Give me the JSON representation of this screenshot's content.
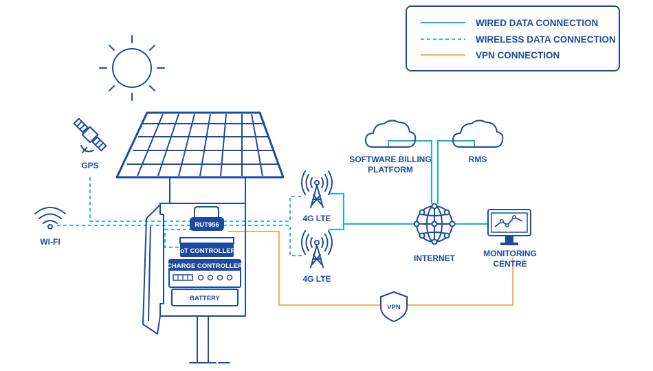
{
  "legend": {
    "wired": "WIRED DATA CONNECTION",
    "wireless": "WIRELESS DATA CONNECTION",
    "vpn": "VPN CONNECTION"
  },
  "colors": {
    "primary": "#1c4aa0",
    "wired": "#18b3c8",
    "vpn": "#f2b05a"
  },
  "labels": {
    "gps": "GPS",
    "wifi": "WI-FI",
    "lte_top": "4G LTE",
    "lte_bottom": "4G LTE",
    "router": "RUT956",
    "iot_controller": "IoT CONTROLLER",
    "charge_controller": "CHARGE CONTROLLER",
    "battery": "BATTERY",
    "internet": "INTERNET",
    "billing_line1": "SOFTWARE BILLING",
    "billing_line2": "PLATFORM",
    "rms": "RMS",
    "monitoring_line1": "MONITORING",
    "monitoring_line2": "CENTRE",
    "vpn_badge": "VPN"
  }
}
